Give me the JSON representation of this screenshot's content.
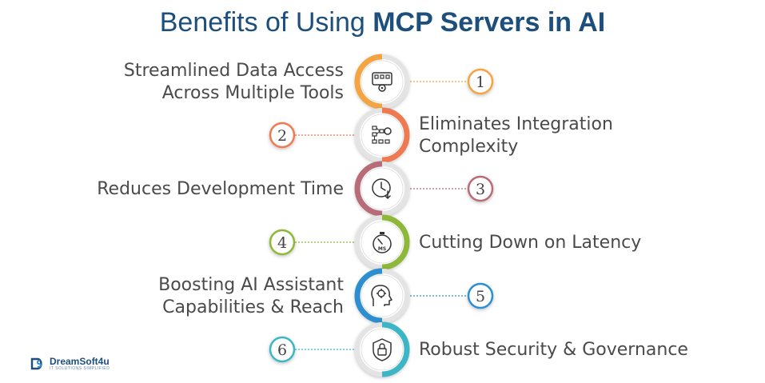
{
  "title": {
    "normal": "Benefits of Using ",
    "bold": "MCP Servers in AI"
  },
  "benefits": [
    {
      "number": "1",
      "lines": [
        "Streamlined Data Access",
        "Across Multiple Tools"
      ],
      "side": "left",
      "color": "#f5a442",
      "icon": "dashboard-settings-icon"
    },
    {
      "number": "2",
      "lines": [
        "Eliminates Integration",
        "Complexity"
      ],
      "side": "right",
      "color": "#ef7a52",
      "icon": "workflow-network-icon"
    },
    {
      "number": "3",
      "lines": [
        "Reduces Development Time"
      ],
      "side": "left",
      "color": "#b86c78",
      "icon": "clock-time-icon"
    },
    {
      "number": "4",
      "lines": [
        "Cutting Down on Latency"
      ],
      "side": "right",
      "color": "#8db83a",
      "icon": "stopwatch-ms-icon"
    },
    {
      "number": "5",
      "lines": [
        "Boosting AI Assistant",
        "Capabilities & Reach"
      ],
      "side": "left",
      "color": "#2d8fd0",
      "icon": "ai-head-gear-icon"
    },
    {
      "number": "6",
      "lines": [
        "Robust Security & Governance"
      ],
      "side": "right",
      "color": "#3cb6c6",
      "icon": "shield-lock-icon"
    }
  ],
  "brand": {
    "name": "DreamSoft4u",
    "tagline": "IT SOLUTIONS SIMPLIFIED",
    "icon": "dreamsoft-logo-icon"
  }
}
